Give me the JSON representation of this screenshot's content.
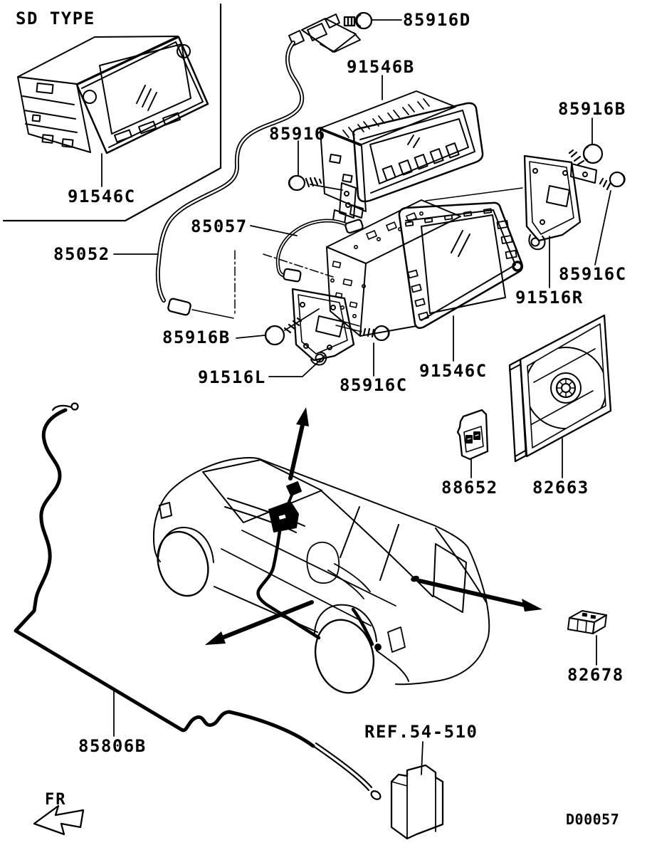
{
  "diagram": {
    "inset_label": "SD TYPE",
    "front_direction_label": "FR",
    "drawing_code": "D00057",
    "reference_callout": "REF.54-510",
    "part_callouts": {
      "screw_85916d": "85916D",
      "unit_91546b": "91546B",
      "screw_85916": "85916",
      "screw_85916b_right": "85916B",
      "screw_85916c_right": "85916C",
      "bracket_right_91516r": "91516R",
      "sd_unit_91546c": "91546C",
      "feeder_85052": "85052",
      "cord_85057": "85057",
      "screw_85916b_left": "85916B",
      "bracket_left_91516l": "91516L",
      "screw_85916c_mid": "85916C",
      "main_unit_91546c": "91546C",
      "sd_card_88652": "88652",
      "cd_disc_82663": "82663",
      "switch_82678": "82678",
      "feeder_85806b": "85806B"
    }
  }
}
